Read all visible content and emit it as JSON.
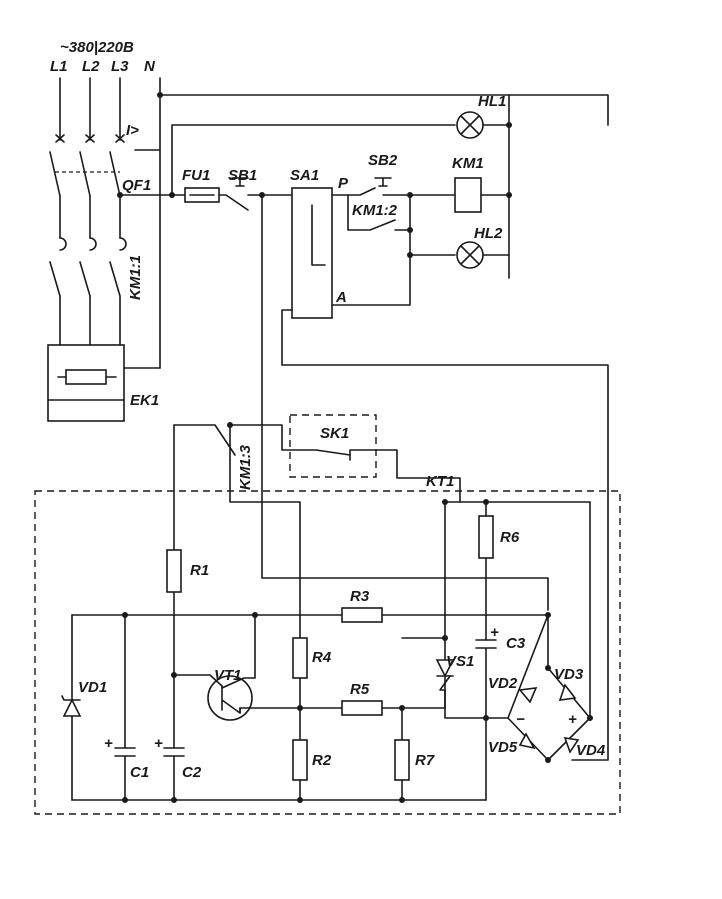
{
  "supply": {
    "voltage": "~380|220В",
    "phases": [
      "L1",
      "L2",
      "L3",
      "N"
    ]
  },
  "labels": {
    "qf1": "QF1",
    "overcurrent": "I>",
    "fu1": "FU1",
    "sb1": "SB1",
    "sa1": "SA1",
    "sa1_p": "P",
    "sa1_a": "A",
    "sb2": "SB2",
    "km1": "KM1",
    "km1_2": "KM1:2",
    "hl1": "HL1",
    "hl2": "HL2",
    "km1_1": "KM1:1",
    "ek1": "EK1",
    "sk1": "SK1",
    "km1_3": "KM1:3",
    "kt1": "KT1",
    "r1": "R1",
    "r2": "R2",
    "r3": "R3",
    "r4": "R4",
    "r5": "R5",
    "r6": "R6",
    "r7": "R7",
    "vt1": "VT1",
    "vs1": "VS1",
    "vd1": "VD1",
    "vd2": "VD2",
    "vd3": "VD3",
    "vd4": "VD4",
    "vd5": "VD5",
    "c1": "C1",
    "c2": "C2",
    "c3": "C3",
    "plus": "+",
    "minus": "−"
  }
}
